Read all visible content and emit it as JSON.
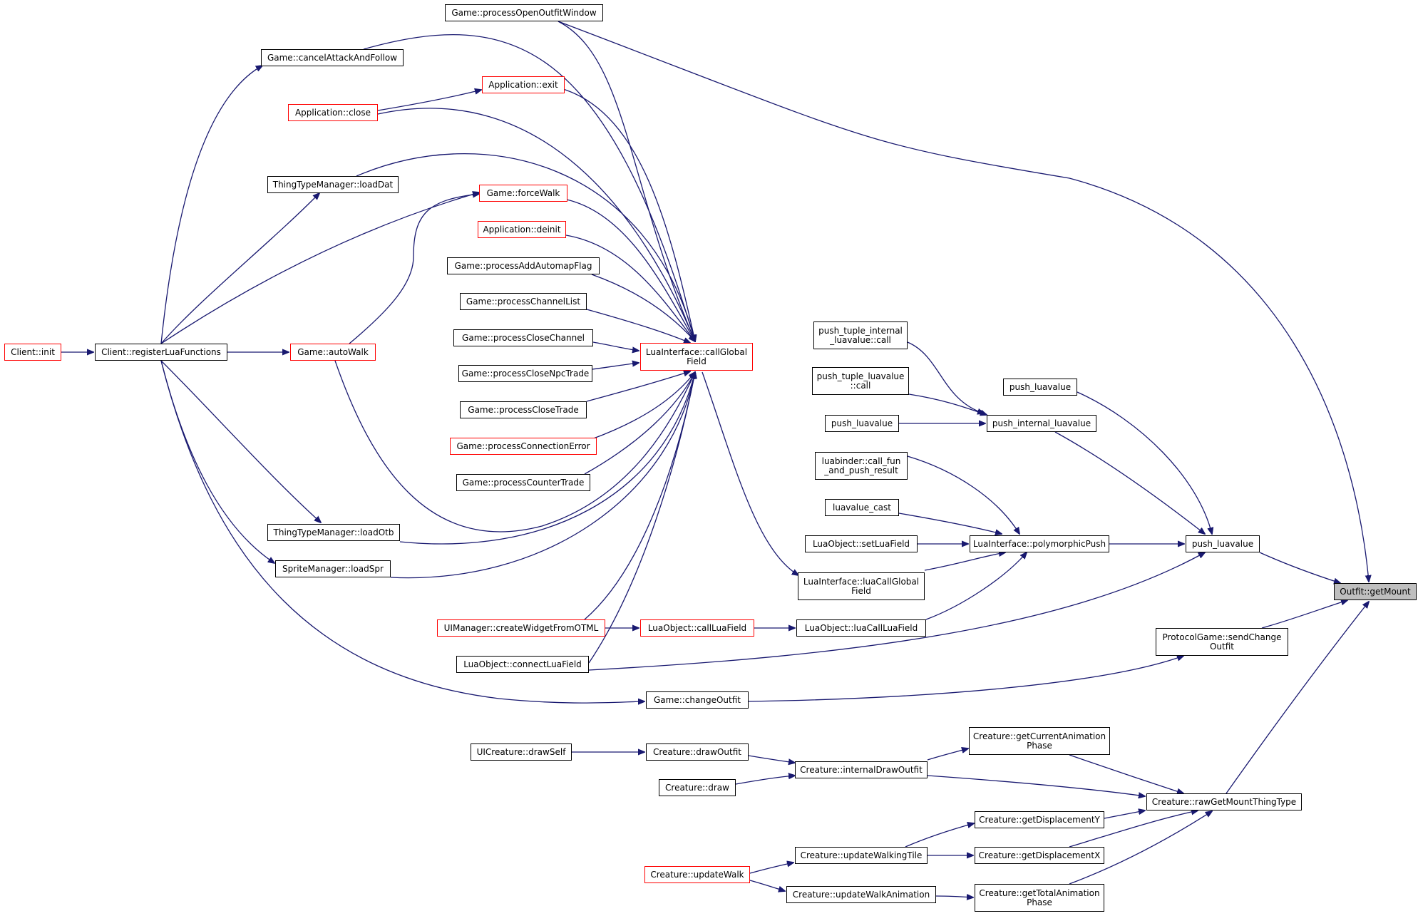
{
  "colors": {
    "edge": "#191970",
    "border": "#000000",
    "unresolved": "#ff0000",
    "focus_fill": "#bfbfbf"
  },
  "nodes": [
    {
      "id": "outfit-getmount",
      "lines": [
        "Outfit::getMount"
      ],
      "style": "focus"
    },
    {
      "id": "game-processopenoutfitwindow",
      "lines": [
        "Game::processOpenOutfitWindow"
      ],
      "style": "black"
    },
    {
      "id": "game-cancelattackandfollow",
      "lines": [
        "Game::cancelAttackAndFollow"
      ],
      "style": "black"
    },
    {
      "id": "application-exit",
      "lines": [
        "Application::exit"
      ],
      "style": "red"
    },
    {
      "id": "application-close",
      "lines": [
        "Application::close"
      ],
      "style": "red"
    },
    {
      "id": "thingtypemanager-loaddat",
      "lines": [
        "ThingTypeManager::loadDat"
      ],
      "style": "black"
    },
    {
      "id": "game-forcewalk",
      "lines": [
        "Game::forceWalk"
      ],
      "style": "red"
    },
    {
      "id": "application-deinit",
      "lines": [
        "Application::deinit"
      ],
      "style": "red"
    },
    {
      "id": "game-processaddautomapflag",
      "lines": [
        "Game::processAddAutomapFlag"
      ],
      "style": "black"
    },
    {
      "id": "game-processchannellist",
      "lines": [
        "Game::processChannelList"
      ],
      "style": "black"
    },
    {
      "id": "game-processclosechannel",
      "lines": [
        "Game::processCloseChannel"
      ],
      "style": "black"
    },
    {
      "id": "game-processclosenpctrade",
      "lines": [
        "Game::processCloseNpcTrade"
      ],
      "style": "black"
    },
    {
      "id": "game-processclosetrade",
      "lines": [
        "Game::processCloseTrade"
      ],
      "style": "black"
    },
    {
      "id": "game-processconnectionerror",
      "lines": [
        "Game::processConnectionError"
      ],
      "style": "red"
    },
    {
      "id": "game-processcountertrade",
      "lines": [
        "Game::processCounterTrade"
      ],
      "style": "black"
    },
    {
      "id": "client-init",
      "lines": [
        "Client::init"
      ],
      "style": "red"
    },
    {
      "id": "client-registerluafunctions",
      "lines": [
        "Client::registerLuaFunctions"
      ],
      "style": "black"
    },
    {
      "id": "game-autowalk",
      "lines": [
        "Game::autoWalk"
      ],
      "style": "red"
    },
    {
      "id": "luainterface-callglobalfield",
      "lines": [
        "LuaInterface::callGlobal",
        "Field"
      ],
      "style": "red"
    },
    {
      "id": "thingtypemanager-loadotb",
      "lines": [
        "ThingTypeManager::loadOtb"
      ],
      "style": "black"
    },
    {
      "id": "spritemanager-loadspr",
      "lines": [
        "SpriteManager::loadSpr"
      ],
      "style": "black"
    },
    {
      "id": "uimanager-createwidgetfromotml",
      "lines": [
        "UIManager::createWidgetFromOTML"
      ],
      "style": "red"
    },
    {
      "id": "luaobject-callluafield",
      "lines": [
        "LuaObject::callLuaField"
      ],
      "style": "red"
    },
    {
      "id": "luaobject-connectluafield",
      "lines": [
        "LuaObject::connectLuaField"
      ],
      "style": "black"
    },
    {
      "id": "game-changeoutfit",
      "lines": [
        "Game::changeOutfit"
      ],
      "style": "black"
    },
    {
      "id": "push-tuple-internal-luavalue-call",
      "lines": [
        "push_tuple_internal",
        "_luavalue::call"
      ],
      "style": "black"
    },
    {
      "id": "push-tuple-luavalue-call",
      "lines": [
        "push_tuple_luavalue",
        "::call"
      ],
      "style": "black"
    },
    {
      "id": "push-luavalue-left",
      "lines": [
        "push_luavalue"
      ],
      "style": "black"
    },
    {
      "id": "push-internal-luavalue",
      "lines": [
        "push_internal_luavalue"
      ],
      "style": "black"
    },
    {
      "id": "push-luavalue-top",
      "lines": [
        "push_luavalue"
      ],
      "style": "black"
    },
    {
      "id": "luabinder-call-fun-and-push-result",
      "lines": [
        "luabinder::call_fun",
        "_and_push_result"
      ],
      "style": "black"
    },
    {
      "id": "luavalue-cast",
      "lines": [
        "luavalue_cast"
      ],
      "style": "black"
    },
    {
      "id": "luaobject-setluafield",
      "lines": [
        "LuaObject::setLuaField"
      ],
      "style": "black"
    },
    {
      "id": "luainterface-polymorphicpush",
      "lines": [
        "LuaInterface::polymorphicPush"
      ],
      "style": "black"
    },
    {
      "id": "push-luavalue-right",
      "lines": [
        "push_luavalue"
      ],
      "style": "black"
    },
    {
      "id": "luainterface-luacallglobalfield",
      "lines": [
        "LuaInterface::luaCallGlobal",
        "Field"
      ],
      "style": "black"
    },
    {
      "id": "luaobject-luacallluafield",
      "lines": [
        "LuaObject::luaCallLuaField"
      ],
      "style": "black"
    },
    {
      "id": "protocolgame-sendchangeoutfit",
      "lines": [
        "ProtocolGame::sendChange",
        "Outfit"
      ],
      "style": "black"
    },
    {
      "id": "uicreature-drawself",
      "lines": [
        "UICreature::drawSelf"
      ],
      "style": "black"
    },
    {
      "id": "creature-drawoutfit",
      "lines": [
        "Creature::drawOutfit"
      ],
      "style": "black"
    },
    {
      "id": "creature-getcurrentanimationphase",
      "lines": [
        "Creature::getCurrentAnimation",
        "Phase"
      ],
      "style": "black"
    },
    {
      "id": "creature-internaldrawoutfit",
      "lines": [
        "Creature::internalDrawOutfit"
      ],
      "style": "black"
    },
    {
      "id": "creature-draw",
      "lines": [
        "Creature::draw"
      ],
      "style": "black"
    },
    {
      "id": "creature-rawgetmountthingtype",
      "lines": [
        "Creature::rawGetMountThingType"
      ],
      "style": "black"
    },
    {
      "id": "creature-getdisplacementy",
      "lines": [
        "Creature::getDisplacementY"
      ],
      "style": "black"
    },
    {
      "id": "creature-updatewalkingtile",
      "lines": [
        "Creature::updateWalkingTile"
      ],
      "style": "black"
    },
    {
      "id": "creature-getdisplacementx",
      "lines": [
        "Creature::getDisplacementX"
      ],
      "style": "black"
    },
    {
      "id": "creature-updatewalk",
      "lines": [
        "Creature::updateWalk"
      ],
      "style": "red"
    },
    {
      "id": "creature-updatewalkanimation",
      "lines": [
        "Creature::updateWalkAnimation"
      ],
      "style": "black"
    },
    {
      "id": "creature-gettotalanimationphase",
      "lines": [
        "Creature::getTotalAnimation",
        "Phase"
      ],
      "style": "black"
    }
  ]
}
